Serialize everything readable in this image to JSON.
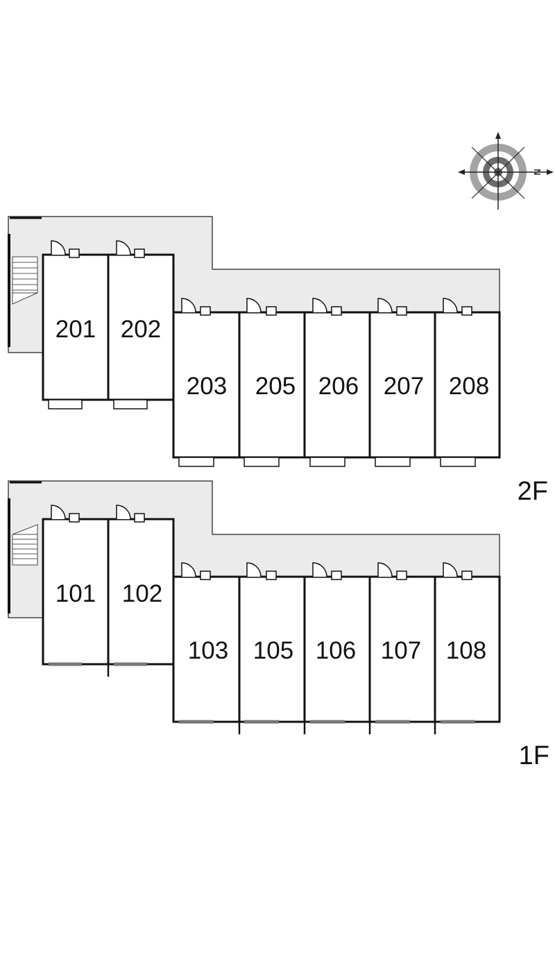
{
  "compass": {
    "icon": "compass-rose-icon",
    "north_letter": "N"
  },
  "floors": [
    {
      "id": "2F",
      "label": "2F",
      "units": [
        "201",
        "202",
        "203",
        "205",
        "206",
        "207",
        "208"
      ]
    },
    {
      "id": "1F",
      "label": "1F",
      "units": [
        "101",
        "102",
        "103",
        "105",
        "106",
        "107",
        "108"
      ]
    }
  ],
  "colors": {
    "corridor": "#ebebeb",
    "wall": "#111111",
    "compass_ring": "#a0a0a0",
    "compass_dark": "#6e6e6e"
  }
}
